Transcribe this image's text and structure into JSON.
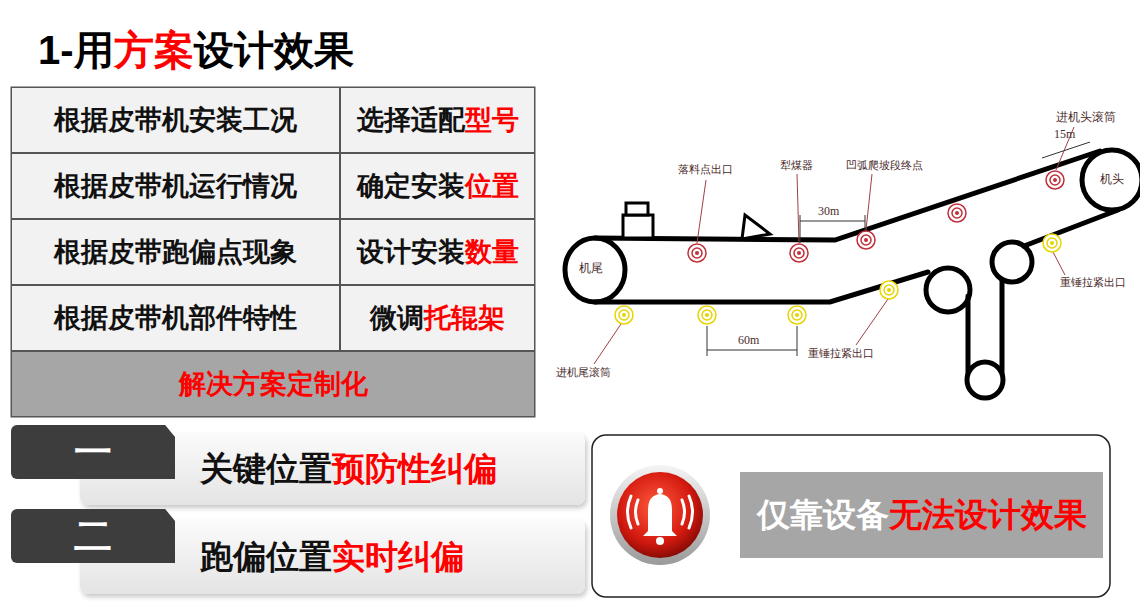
{
  "diagram": {
    "nodes": [
      {
        "text": [
          "根据皮带机安装工况"
        ]
      },
      {
        "text": [
          "选择适配",
          "型号"
        ]
      },
      {
        "text": [
          "根据皮带机运行情况"
        ]
      },
      {
        "text": [
          "确定安装",
          "位置"
        ]
      },
      {
        "text": [
          "根据皮带跑偏点现象"
        ]
      },
      {
        "text": [
          "设计安装",
          "数量"
        ]
      },
      {
        "text": [
          "根据皮带机部件特性"
        ]
      },
      {
        "text": [
          "微调",
          "托辊架"
        ]
      },
      {
        "text": [
          "解决方案定制化"
        ]
      },
      {
        "text": [
          "一"
        ]
      },
      {
        "text": [
          "关键位置",
          "预防性纠偏"
        ]
      },
      {
        "text": [
          "二"
        ]
      },
      {
        "text": [
          "跑偏位置",
          "实时纠偏"
        ]
      },
      {
        "text": [
          "仅靠设备",
          "无法设计效果"
        ]
      }
    ],
    "labels": [
      "1-用",
      "方案",
      "设计效果",
      "进机头滚筒",
      "15m",
      "机头",
      "落料点出口",
      "犁煤器",
      "凹弧爬坡段终点",
      "30m",
      "机尾",
      "60m",
      "重锤拉紧出口",
      "重锤拉紧出口",
      "进机尾滚筒"
    ]
  }
}
